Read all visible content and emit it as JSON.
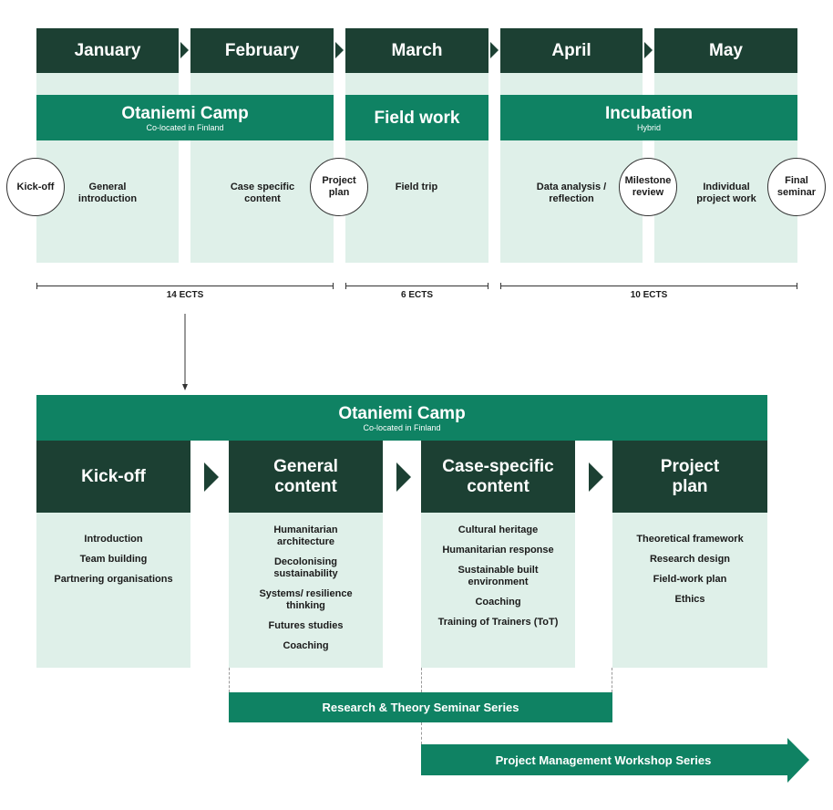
{
  "timeline": {
    "months": [
      "January",
      "February",
      "March",
      "April",
      "May"
    ],
    "phases": [
      {
        "title": "Otaniemi Camp",
        "subtitle": "Co-located in Finland"
      },
      {
        "title": "Field work",
        "subtitle": ""
      },
      {
        "title": "Incubation",
        "subtitle": "Hybrid"
      }
    ],
    "activities": {
      "general_introduction": "General introduction",
      "case_specific_content": "Case specific content",
      "field_trip": "Field trip",
      "data_analysis": "Data analysis / reflection",
      "individual_project_work": "Individual project work"
    },
    "milestones": {
      "kickoff": "Kick-off",
      "project_plan": "Project plan",
      "milestone_review": "Milestone review",
      "final_seminar": "Final seminar"
    },
    "ects": [
      "14 ECTS",
      "6 ECTS",
      "10 ECTS"
    ]
  },
  "camp": {
    "title": "Otaniemi Camp",
    "subtitle": "Co-located in Finland",
    "stages": [
      {
        "title": "Kick-off",
        "items": [
          "Introduction",
          "Team building",
          "Partnering organisations"
        ]
      },
      {
        "title": "General content",
        "items": [
          "Humanitarian architecture",
          "Decolonising sustainability",
          "Systems/ resilience thinking",
          "Futures studies",
          "Coaching"
        ]
      },
      {
        "title": "Case-specific content",
        "items": [
          "Cultural heritage",
          "Humanitarian response",
          "Sustainable built environment",
          "Coaching",
          "Training of Trainers (ToT)"
        ]
      },
      {
        "title": "Project plan",
        "items": [
          "Theoretical framework",
          "Research design",
          "Field-work plan",
          "Ethics"
        ]
      }
    ]
  },
  "series": {
    "research": "Research & Theory Seminar Series",
    "project_mgmt": "Project Management Workshop Series"
  },
  "colors": {
    "dark": "#1c4033",
    "mid": "#0f8263",
    "light": "#dff0e9"
  }
}
